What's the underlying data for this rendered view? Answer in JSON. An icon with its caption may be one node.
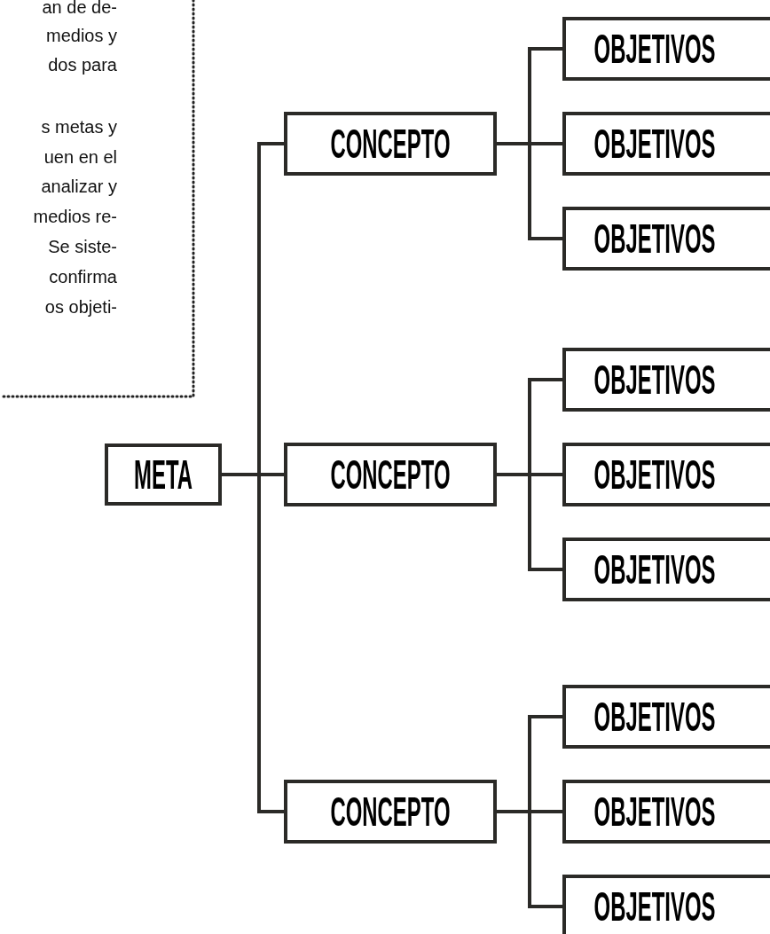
{
  "diagram": {
    "nodes": [
      {
        "text": [
          "META"
        ]
      },
      {
        "text": [
          "CONCEPTO"
        ]
      },
      {
        "text": [
          "OBJETIVOS"
        ]
      },
      {
        "text": [
          "OBJETIVOS"
        ]
      },
      {
        "text": [
          "OBJETIVOS"
        ]
      },
      {
        "text": [
          "CONCEPTO"
        ]
      },
      {
        "text": [
          "OBJETIVOS"
        ]
      },
      {
        "text": [
          "OBJETIVOS"
        ]
      },
      {
        "text": [
          "OBJETIVOS"
        ]
      },
      {
        "text": [
          "CONCEPTO"
        ]
      },
      {
        "text": [
          "OBJETIVOS"
        ]
      },
      {
        "text": [
          "OBJETIVOS"
        ]
      },
      {
        "text": [
          "OBJETIVOS"
        ]
      }
    ],
    "edges": [
      {
        "from": 0,
        "to": 1,
        "arrow": "none"
      },
      {
        "from": 0,
        "to": 5,
        "arrow": "none"
      },
      {
        "from": 0,
        "to": 9,
        "arrow": "none"
      },
      {
        "from": 1,
        "to": 2,
        "arrow": "none"
      },
      {
        "from": 1,
        "to": 3,
        "arrow": "none"
      },
      {
        "from": 1,
        "to": 4,
        "arrow": "none"
      },
      {
        "from": 5,
        "to": 6,
        "arrow": "none"
      },
      {
        "from": 5,
        "to": 7,
        "arrow": "none"
      },
      {
        "from": 5,
        "to": 8,
        "arrow": "none"
      },
      {
        "from": 9,
        "to": 10,
        "arrow": "none"
      },
      {
        "from": 9,
        "to": 11,
        "arrow": "none"
      },
      {
        "from": 9,
        "to": 12,
        "arrow": "none"
      }
    ],
    "labels": [
      "an de de-",
      "medios y",
      "dos para",
      "s metas y",
      "uen en el",
      "analizar y",
      "medios re-",
      "Se siste-",
      "confirma",
      "os objeti-"
    ]
  }
}
